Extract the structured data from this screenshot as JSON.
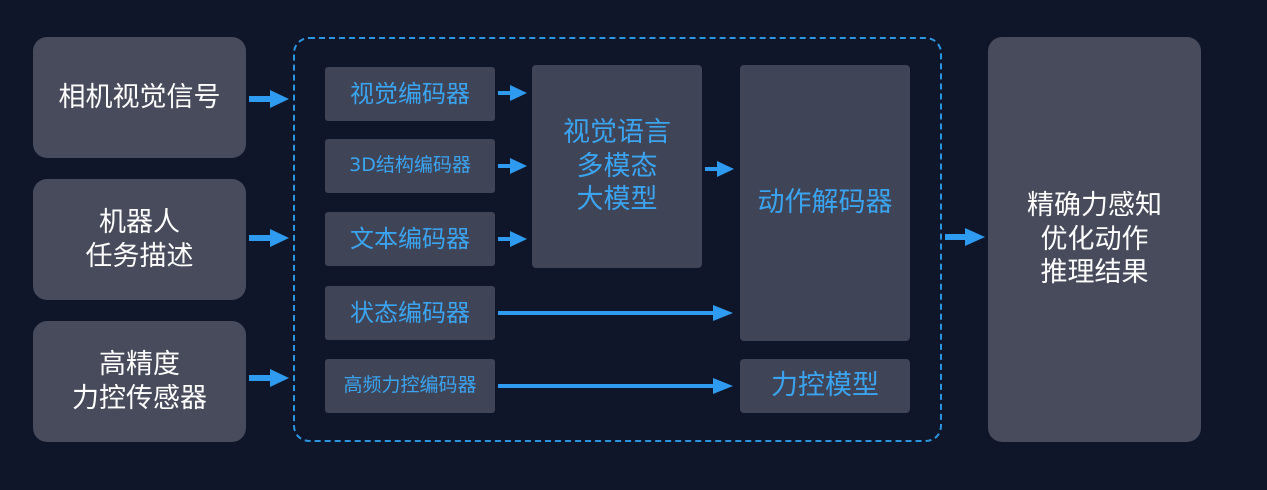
{
  "inputs": [
    {
      "lines": [
        "相机视觉信号"
      ]
    },
    {
      "lines": [
        "机器人",
        "任务描述"
      ]
    },
    {
      "lines": [
        "高精度",
        "力控传感器"
      ]
    }
  ],
  "encoders": [
    {
      "label": "视觉编码器"
    },
    {
      "label": "3D结构编码器"
    },
    {
      "label": "文本编码器"
    },
    {
      "label": "状态编码器"
    },
    {
      "label": "高频力控编码器"
    }
  ],
  "vlm": {
    "lines": [
      "视觉语言",
      "多模态",
      "大模型"
    ]
  },
  "action_decoder": {
    "label": "动作解码器"
  },
  "force_model": {
    "label": "力控模型"
  },
  "output": {
    "lines": [
      "精确力感知",
      "优化动作",
      "推理结果"
    ]
  },
  "colors": {
    "background": "#0f1629",
    "box_fill": "#474b5c",
    "inner_box_fill": "#3f4456",
    "accent_blue": "#3ba4f0",
    "arrow_blue": "#2f9bf0",
    "dashed_border": "#2c95e0"
  }
}
